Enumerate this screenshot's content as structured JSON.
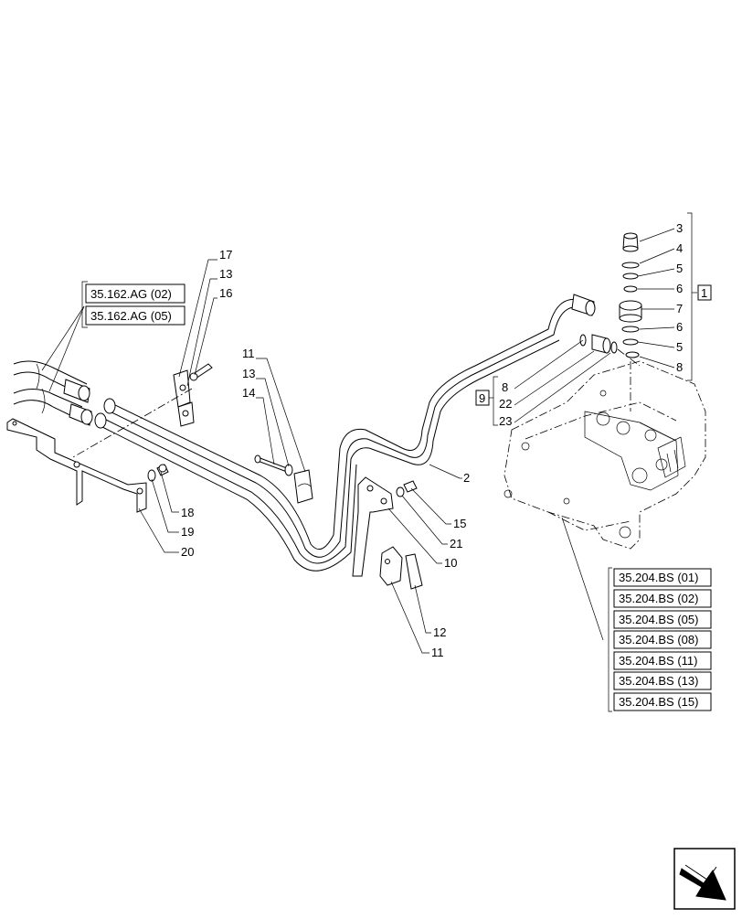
{
  "callouts": {
    "c3": "3",
    "c4": "4",
    "c5a": "5",
    "c6a": "6",
    "c7": "7",
    "c6b": "6",
    "c5b": "5",
    "c8a": "8",
    "c1": "1",
    "c9": "9",
    "c8b": "8",
    "c22": "22",
    "c23": "23",
    "c2": "2",
    "c17": "17",
    "c13a": "13",
    "c16": "16",
    "c11a": "11",
    "c13b": "13",
    "c14": "14",
    "c18": "18",
    "c19": "19",
    "c20": "20",
    "c15": "15",
    "c21": "21",
    "c10": "10",
    "c12": "12",
    "c11b": "11"
  },
  "refs_left": [
    "35.162.AG (02)",
    "35.162.AG (05)"
  ],
  "refs_bottom": [
    "35.204.BS (01)",
    "35.204.BS (02)",
    "35.204.BS (05)",
    "35.204.BS (08)",
    "35.204.BS (11)",
    "35.204.BS (13)",
    "35.204.BS (15)"
  ],
  "icons": {
    "nav": "next-page-arrow-icon"
  }
}
